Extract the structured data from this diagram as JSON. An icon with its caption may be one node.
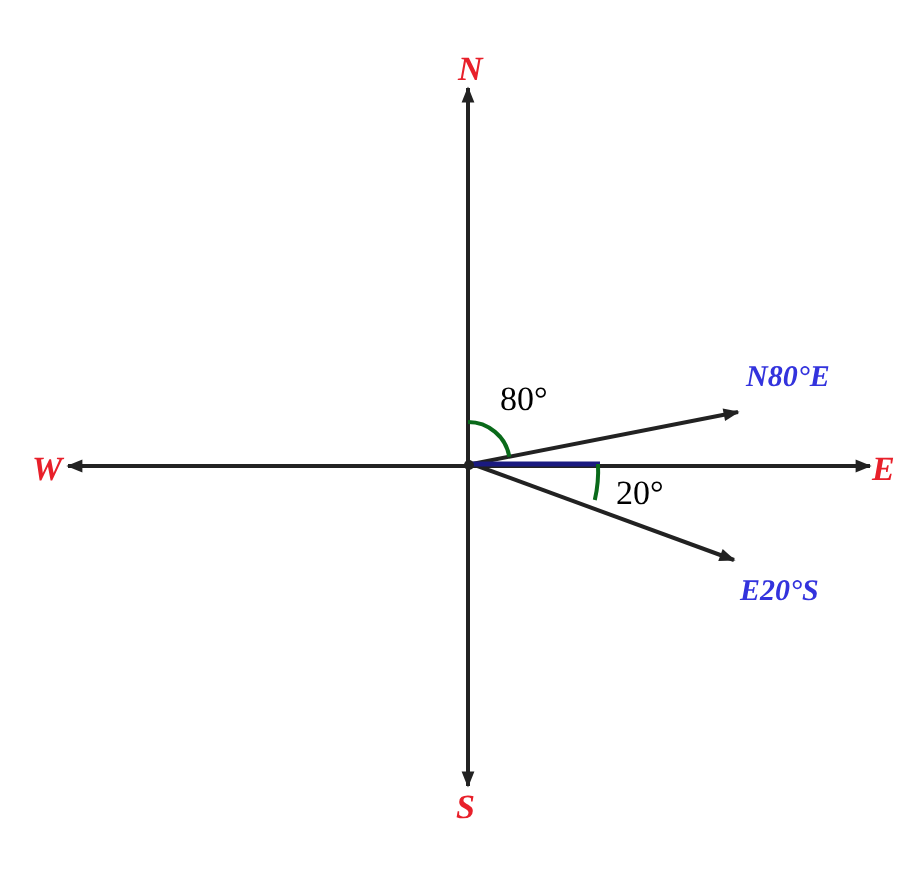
{
  "diagram": {
    "nodes": [
      {
        "text": [
          "N"
        ]
      },
      {
        "text": [
          "W"
        ]
      },
      {
        "text": [
          "E"
        ]
      },
      {
        "text": [
          "S"
        ]
      },
      {
        "text": [
          "N80°E"
        ]
      },
      {
        "text": [
          "E20°S"
        ]
      },
      {
        "text": [],
        "shape": "circle"
      }
    ],
    "edges": [
      {
        "from": 3,
        "to": 0,
        "arrow": "both"
      },
      {
        "from": 1,
        "to": 2,
        "arrow": "both"
      },
      {
        "from": 6,
        "to": 4,
        "arrow": "to"
      },
      {
        "from": 6,
        "to": 5,
        "arrow": "to"
      }
    ],
    "labels": [
      "80°",
      "20°"
    ]
  }
}
